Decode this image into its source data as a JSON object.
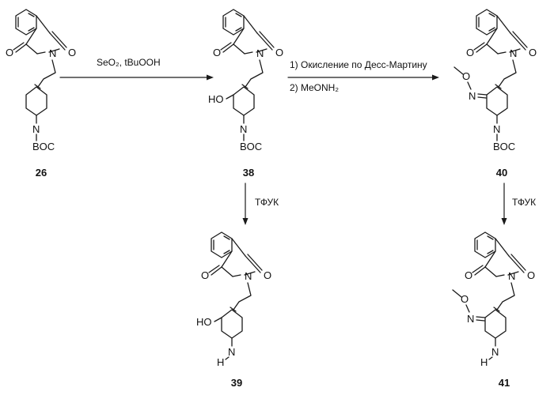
{
  "compounds": [
    {
      "id": "26",
      "atoms": {
        "o_top": "O",
        "o_bottom": "O",
        "n_imide": "N",
        "n_ring": "N",
        "boc": "BOC"
      }
    },
    {
      "id": "38",
      "atoms": {
        "o_top": "O",
        "o_bottom": "O",
        "n_imide": "N",
        "n_ring": "N",
        "boc": "BOC",
        "ho": "HO"
      }
    },
    {
      "id": "40",
      "atoms": {
        "o_top": "O",
        "o_bottom": "O",
        "n_imide": "N",
        "n_ring": "N",
        "boc": "BOC",
        "n_oxime": "N",
        "o_oxime": "O"
      }
    },
    {
      "id": "39",
      "atoms": {
        "o_top": "O",
        "o_bottom": "O",
        "n_imide": "N",
        "nh": "N",
        "h": "H",
        "ho": "HO"
      }
    },
    {
      "id": "41",
      "atoms": {
        "o_top": "O",
        "o_bottom": "O",
        "n_imide": "N",
        "nh": "N",
        "h": "H",
        "n_oxime": "N",
        "o_oxime": "O"
      }
    }
  ],
  "reactions": [
    {
      "from": "26",
      "to": "38",
      "conditions": [
        "SeO₂, tBuOOH"
      ]
    },
    {
      "from": "38",
      "to": "40",
      "conditions": [
        "1) Окисление по Десс-Мартину",
        "2) MeONH₂"
      ]
    },
    {
      "from": "38",
      "to": "39",
      "conditions": [
        "ТФУК"
      ]
    },
    {
      "from": "40",
      "to": "41",
      "conditions": [
        "ТФУК"
      ]
    }
  ]
}
